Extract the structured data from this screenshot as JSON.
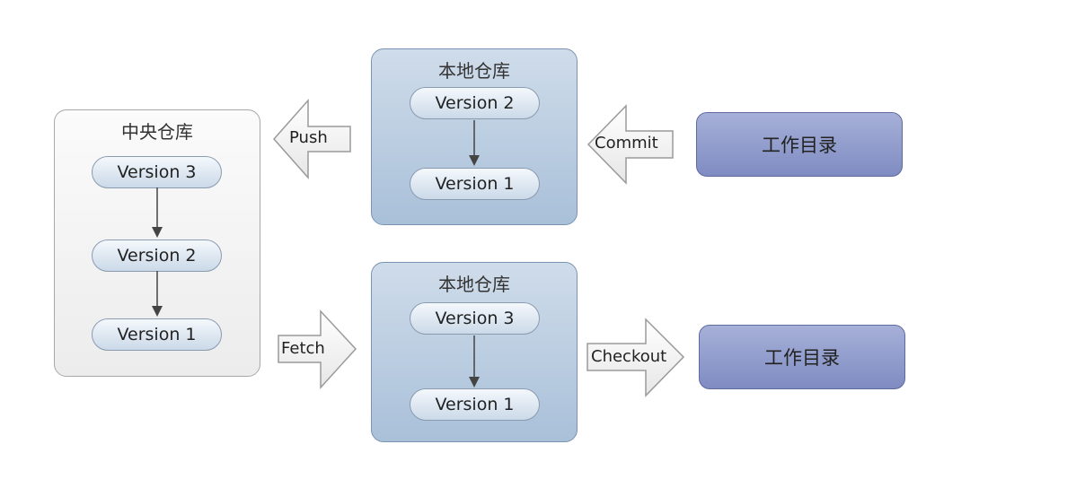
{
  "central_repo": {
    "title": "中央仓库",
    "versions": [
      "Version 3",
      "Version 2",
      "Version 1"
    ]
  },
  "local_repo_top": {
    "title": "本地仓库",
    "versions": [
      "Version 2",
      "Version 1"
    ]
  },
  "local_repo_bottom": {
    "title": "本地仓库",
    "versions": [
      "Version 3",
      "Version 1"
    ]
  },
  "working_dir_top": {
    "label": "工作目录"
  },
  "working_dir_bottom": {
    "label": "工作目录"
  },
  "arrows": {
    "push": "Push",
    "fetch": "Fetch",
    "commit": "Commit",
    "checkout": "Checkout"
  }
}
